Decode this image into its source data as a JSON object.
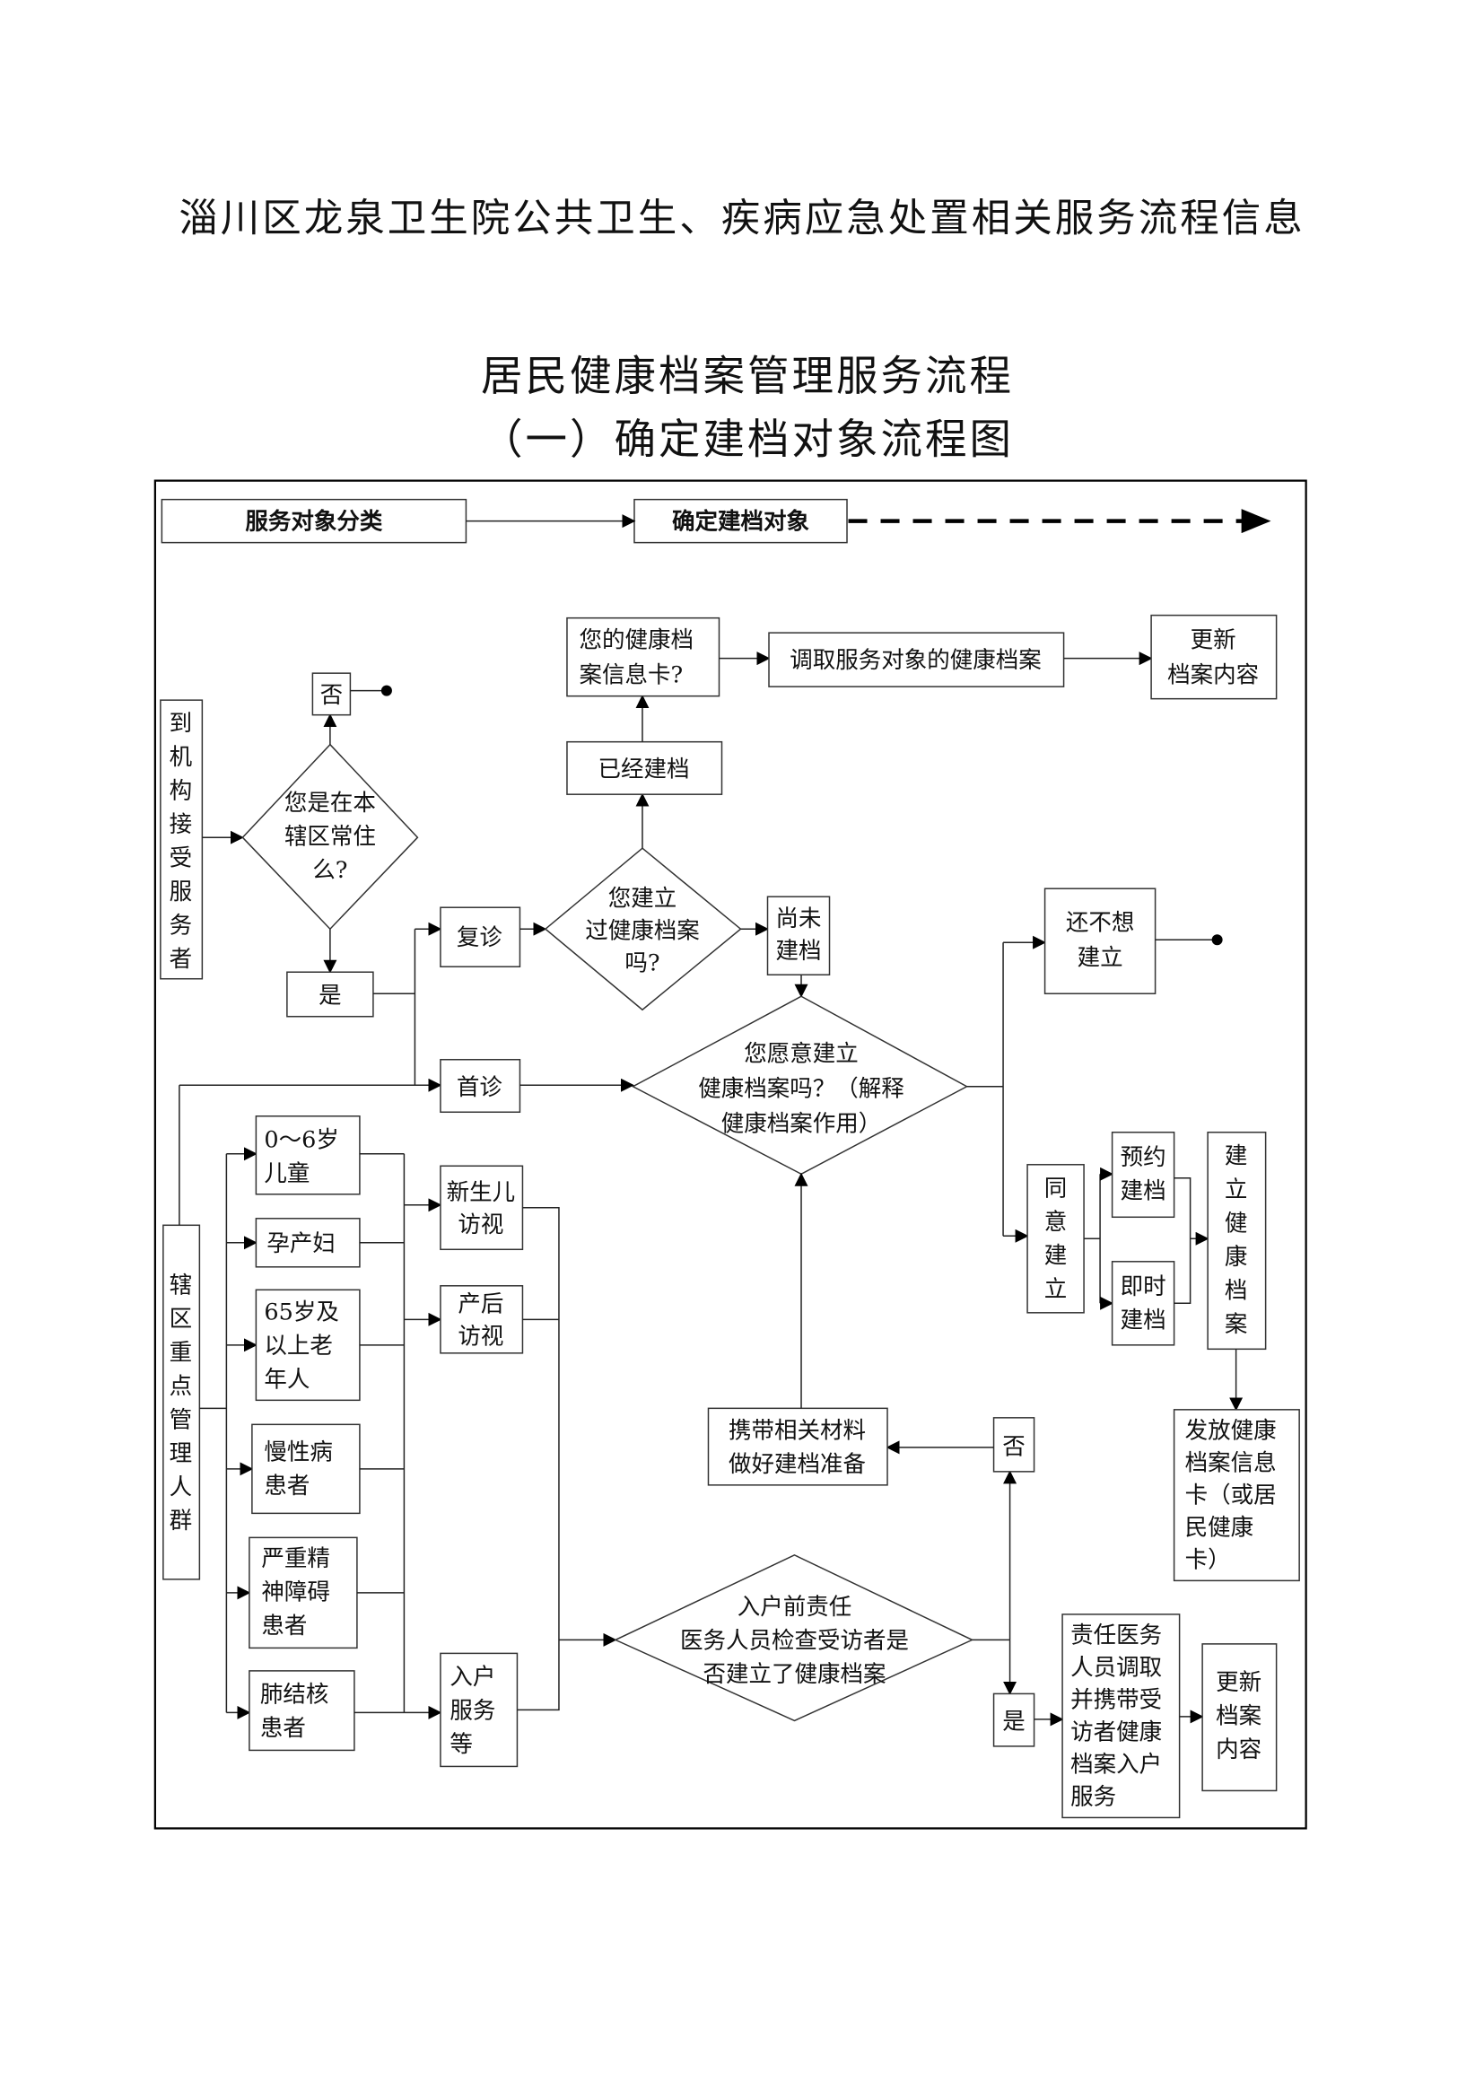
{
  "title": "淄川区龙泉卫生院公共卫生、疾病应急处置相关服务流程信息",
  "subtitle": "居民健康档案管理服务流程",
  "subtitle2": "（一）确定建档对象流程图",
  "header": {
    "left": "服务对象分类",
    "right": "确定建档对象"
  },
  "nodes": {
    "arrive": [
      "到",
      "机",
      "构",
      "接",
      "受",
      "服",
      "务",
      "者"
    ],
    "resident_q": [
      "您是在本",
      "辖区常住",
      "么?"
    ],
    "no1": "否",
    "yes1": "是",
    "revisit": "复诊",
    "first": "首诊",
    "built_q": [
      "您建立",
      "过健康档案",
      "吗?"
    ],
    "built": "已经建档",
    "card_q": [
      "您的健康档",
      "案信息卡?"
    ],
    "retrieve": "调取服务对象的健康档案",
    "update1": [
      "更新",
      "档案内容"
    ],
    "not_built": [
      "尚未",
      "建档"
    ],
    "willing_q": [
      "您愿意建立",
      "健康档案吗？（解释",
      "健康档案作用）"
    ],
    "not_want": [
      "还不想",
      "建立"
    ],
    "agree": [
      "同",
      "意",
      "建",
      "立"
    ],
    "appoint": [
      "预约",
      "建档"
    ],
    "instant": [
      "即时",
      "建档"
    ],
    "establish": [
      "建",
      "立",
      "健",
      "康",
      "档",
      "案"
    ],
    "issue_card": [
      "发放健康",
      "档案信息",
      "卡（或居",
      "民健康",
      "卡）"
    ],
    "key_groups": [
      "辖",
      "区",
      "重",
      "点",
      "管",
      "理",
      "人",
      "群"
    ],
    "g1": [
      "0～6岁",
      "儿童"
    ],
    "g2": [
      "孕产妇"
    ],
    "g3": [
      "65岁及",
      "以上老",
      "年人"
    ],
    "g4": [
      "慢性病",
      "患者"
    ],
    "g5": [
      "严重精",
      "神障碍",
      "患者"
    ],
    "g6": [
      "肺结核",
      "患者"
    ],
    "newborn": [
      "新生儿",
      "访视"
    ],
    "postpartum": [
      "产后",
      "访视"
    ],
    "home": [
      "入户",
      "服务",
      "等"
    ],
    "check_q": [
      "入户前责任",
      "医务人员检查受访者是",
      "否建立了健康档案"
    ],
    "prepare": [
      "携带相关材料",
      "做好建档准备"
    ],
    "no2": "否",
    "yes2": "是",
    "doctor": [
      "责任医务",
      "人员调取",
      "并携带受",
      "访者健康",
      "档案入户",
      "服务"
    ],
    "update2": [
      "更新",
      "档案",
      "内容"
    ]
  }
}
